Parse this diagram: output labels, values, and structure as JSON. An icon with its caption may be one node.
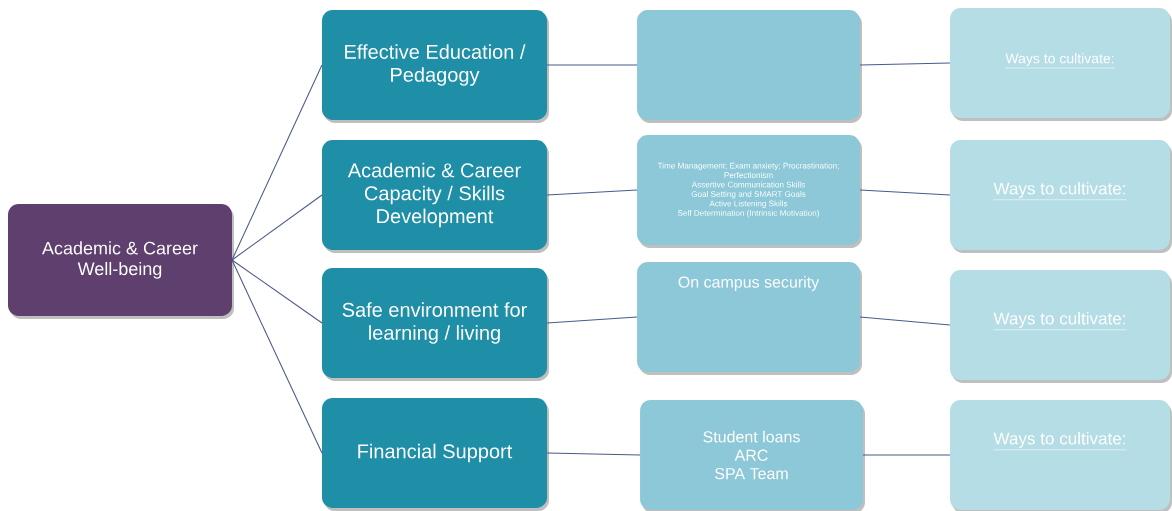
{
  "diagram": {
    "nodes": [
      {
        "text": [
          "Academic & Career Well-being"
        ]
      },
      {
        "text": [
          "Effective Education / Pedagogy"
        ]
      },
      {
        "text": [
          "Academic & Career Capacity / Skills Development"
        ]
      },
      {
        "text": [
          "Safe environment for learning / living"
        ]
      },
      {
        "text": [
          "Financial Support"
        ]
      },
      {
        "text": [],
        "shape": "box"
      },
      {
        "text": [
          "Time Management; Exam anxiety; Procrastination; Perfectionism",
          "Assertive Communication Skills",
          "Goal Setting and SMART Goals",
          "Active Listening Skills",
          "Self Determination (Intrinsic Motivation)"
        ]
      },
      {
        "text": [
          "On campus security"
        ]
      },
      {
        "text": [
          "Student loans",
          "ARC",
          "SPA Team"
        ]
      },
      {
        "text": [
          "Ways to cultivate:"
        ]
      },
      {
        "text": [
          "Ways to cultivate:"
        ]
      },
      {
        "text": [
          "Ways to cultivate:"
        ]
      },
      {
        "text": [
          "Ways to cultivate:"
        ]
      }
    ],
    "edges": [
      {
        "from": 0,
        "to": 1,
        "arrow": "none"
      },
      {
        "from": 0,
        "to": 2,
        "arrow": "none"
      },
      {
        "from": 0,
        "to": 3,
        "arrow": "none"
      },
      {
        "from": 0,
        "to": 4,
        "arrow": "none"
      },
      {
        "from": 1,
        "to": 5,
        "arrow": "none"
      },
      {
        "from": 2,
        "to": 6,
        "arrow": "none"
      },
      {
        "from": 3,
        "to": 7,
        "arrow": "none"
      },
      {
        "from": 4,
        "to": 8,
        "arrow": "none"
      },
      {
        "from": 5,
        "to": 9,
        "arrow": "none"
      },
      {
        "from": 6,
        "to": 10,
        "arrow": "none"
      },
      {
        "from": 7,
        "to": 11,
        "arrow": "none"
      },
      {
        "from": 8,
        "to": 12,
        "arrow": "none"
      }
    ]
  }
}
